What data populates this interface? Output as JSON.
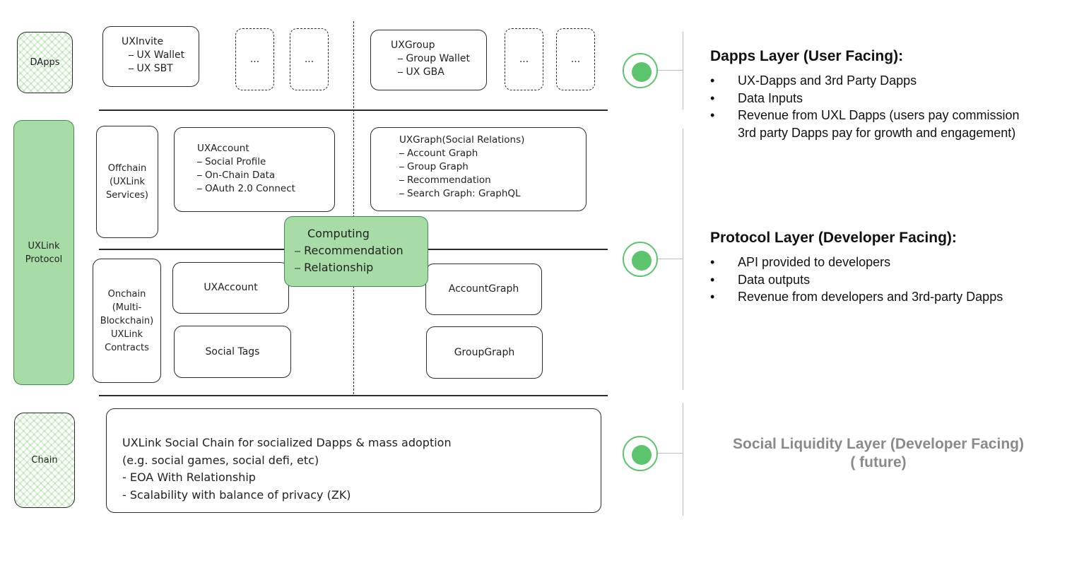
{
  "diagram": {
    "side_labels": {
      "dapps": "DApps",
      "protocol": "UXLink Protocol",
      "chain": "Chain"
    },
    "dapps_row": {
      "uxinvite": {
        "title": "UXInvite",
        "items": [
          "UX Wallet",
          "UX SBT"
        ]
      },
      "uxgroup": {
        "title": "UXGroup",
        "items": [
          "Group Wallet",
          "UX GBA"
        ]
      },
      "placeholder": "..."
    },
    "offchain": {
      "label": "Offchain (UXLink Services)",
      "uxaccount": {
        "title": "UXAccount",
        "items": [
          "Social Profile",
          "On-Chain Data",
          "OAuth 2.0 Connect"
        ]
      },
      "uxgraph": {
        "title": "UXGraph(Social Relations)",
        "items": [
          "Account Graph",
          "Group Graph",
          "Recommendation",
          "Search Graph: GraphQL"
        ]
      }
    },
    "computing": {
      "title": "Computing",
      "items": [
        "Recommendation",
        "Relationship"
      ]
    },
    "onchain": {
      "label": "Onchain (Multi-Blockchain) UXLink Contracts",
      "uxaccount": "UXAccount",
      "social_tags": "Social Tags",
      "account_graph": "AccountGraph",
      "group_graph": "GroupGraph"
    },
    "chain_box": {
      "lines": [
        "UXLink Social Chain for socialized Dapps & mass adoption",
        "(e.g. social games, social defi, etc)",
        "- EOA With Relationship",
        "- Scalability with balance of privacy (ZK)"
      ]
    }
  },
  "layers": {
    "dapps": {
      "title": "Dapps Layer (User Facing):",
      "bullets": [
        "UX-Dapps and 3rd Party Dapps",
        "Data Inputs",
        "Revenue from UXL Dapps (users pay commission",
        "3rd party Dapps pay for growth and engagement)"
      ]
    },
    "protocol": {
      "title": "Protocol Layer (Developer Facing):",
      "bullets": [
        "API provided to developers",
        "Data outputs",
        "Revenue from developers and 3rd-party Dapps"
      ]
    },
    "social": {
      "title": "Social Liquidity Layer (Developer Facing)",
      "subtitle": "( future)"
    }
  },
  "colors": {
    "accent_green": "#5cc46d",
    "light_green": "#a8dca6",
    "muted_text": "#8a8a8a"
  }
}
